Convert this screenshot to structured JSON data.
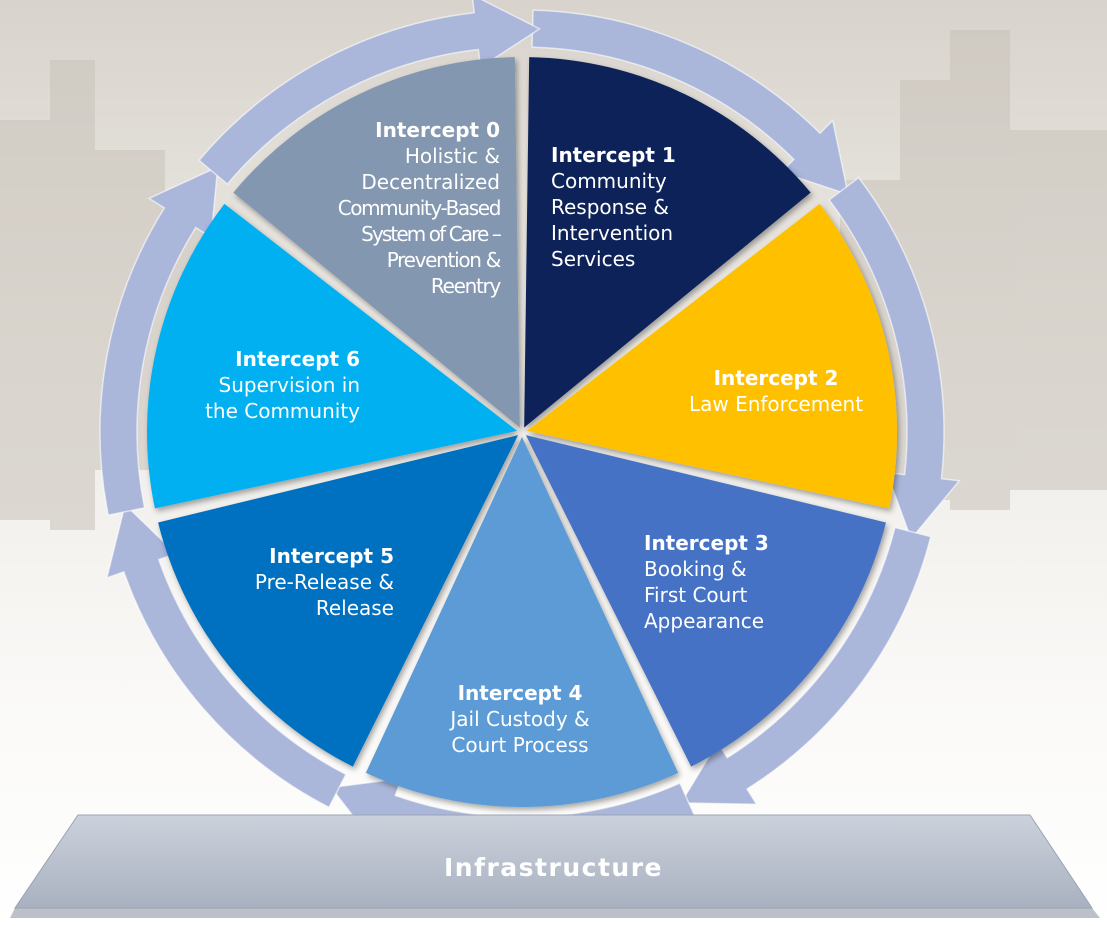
{
  "intercepts": [
    {
      "title": "Intercept 0",
      "lines": [
        "Holistic &",
        "Decentralized",
        "Community-Based",
        "System of Care –",
        "Prevention &",
        "Reentry"
      ],
      "color": "#0d2359"
    },
    {
      "title": "Intercept 1",
      "lines": [
        "Community",
        "Response &",
        "Intervention",
        "Services"
      ],
      "color": "#ffc000"
    },
    {
      "title": "Intercept 2",
      "lines": [
        "Law Enforcement"
      ],
      "color": "#4472c4"
    },
    {
      "title": "Intercept 3",
      "lines": [
        "Booking &",
        "First Court",
        "Appearance"
      ],
      "color": "#5b9bd5"
    },
    {
      "title": "Intercept 4",
      "lines": [
        "Jail Custody &",
        "Court Process"
      ],
      "color": "#0070c0"
    },
    {
      "title": "Intercept 5",
      "lines": [
        "Pre-Release &",
        "Release"
      ],
      "color": "#00b0f0"
    },
    {
      "title": "Intercept 6",
      "lines": [
        "Supervision in",
        "the Community"
      ],
      "color": "#8497b0"
    }
  ],
  "infrastructure": {
    "label": "Infrastructure"
  }
}
